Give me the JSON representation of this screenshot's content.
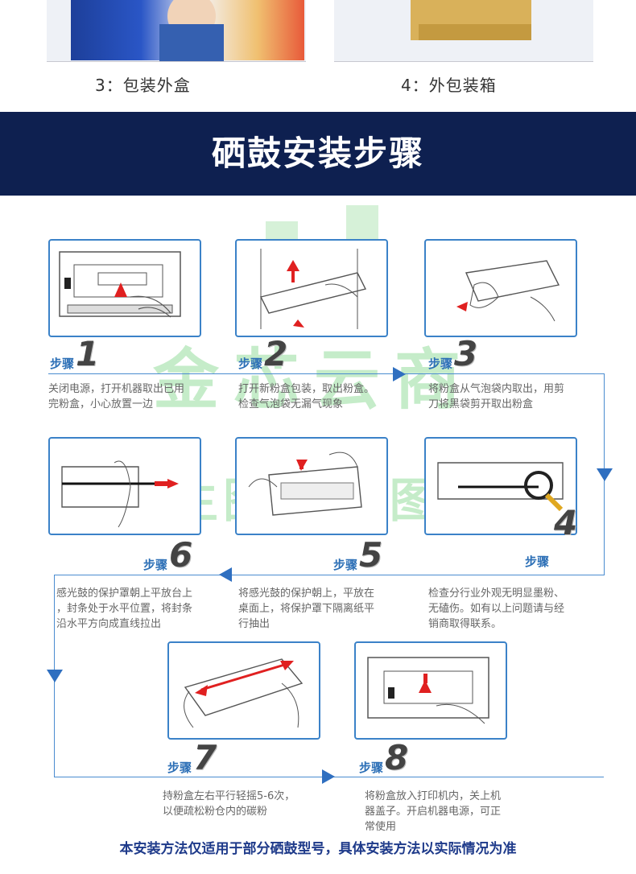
{
  "captions": [
    "3：包装外盒",
    "4：外包装箱"
  ],
  "banner_title": "硒鼓安装步骤",
  "watermark": {
    "line1": "金芯云商",
    "line2": "专属主图   盗图必究"
  },
  "steps": [
    {
      "word": "步骤",
      "num": "1",
      "desc": [
        "关闭电源，打开机器取出已用",
        "完粉盒，小心放置一边"
      ]
    },
    {
      "word": "步骤",
      "num": "2",
      "desc": [
        "打开新粉盒包装，取出粉盒。",
        "检查气泡袋无漏气现象"
      ]
    },
    {
      "word": "步骤",
      "num": "3",
      "desc": [
        "将粉盒从气泡袋内取出，用剪",
        "刀将黑袋剪开取出粉盒"
      ]
    },
    {
      "word": "步骤",
      "num": "4",
      "desc": [
        "检查分行业外观无明显墨粉、",
        "无磕伤。如有以上问题请与经",
        "销商取得联系。"
      ]
    },
    {
      "word": "步骤",
      "num": "5",
      "desc": [
        "将感光鼓的保护朝上，平放在",
        "桌面上，将保护罩下隔离纸平",
        "行抽出"
      ]
    },
    {
      "word": "步骤",
      "num": "6",
      "desc": [
        "感光鼓的保护罩朝上平放台上",
        "，封条处于水平位置，将封条",
        "沿水平方向成直线拉出"
      ]
    },
    {
      "word": "步骤",
      "num": "7",
      "desc": [
        "持粉盒左右平行轻摇5-6次，",
        "以便疏松粉仓内的碳粉"
      ]
    },
    {
      "word": "步骤",
      "num": "8",
      "desc": [
        "将粉盒放入打印机内，关上机",
        "器盖子。开启机器电源，可正",
        "常使用"
      ]
    }
  ],
  "footer_note": "本安装方法仅适用于部分硒鼓型号，具体安装方法以实际情况为准",
  "colors": {
    "banner": "#0e2050",
    "accent": "#3b82c8",
    "arrow_red": "#e02020",
    "footer": "#1e3a8a"
  }
}
